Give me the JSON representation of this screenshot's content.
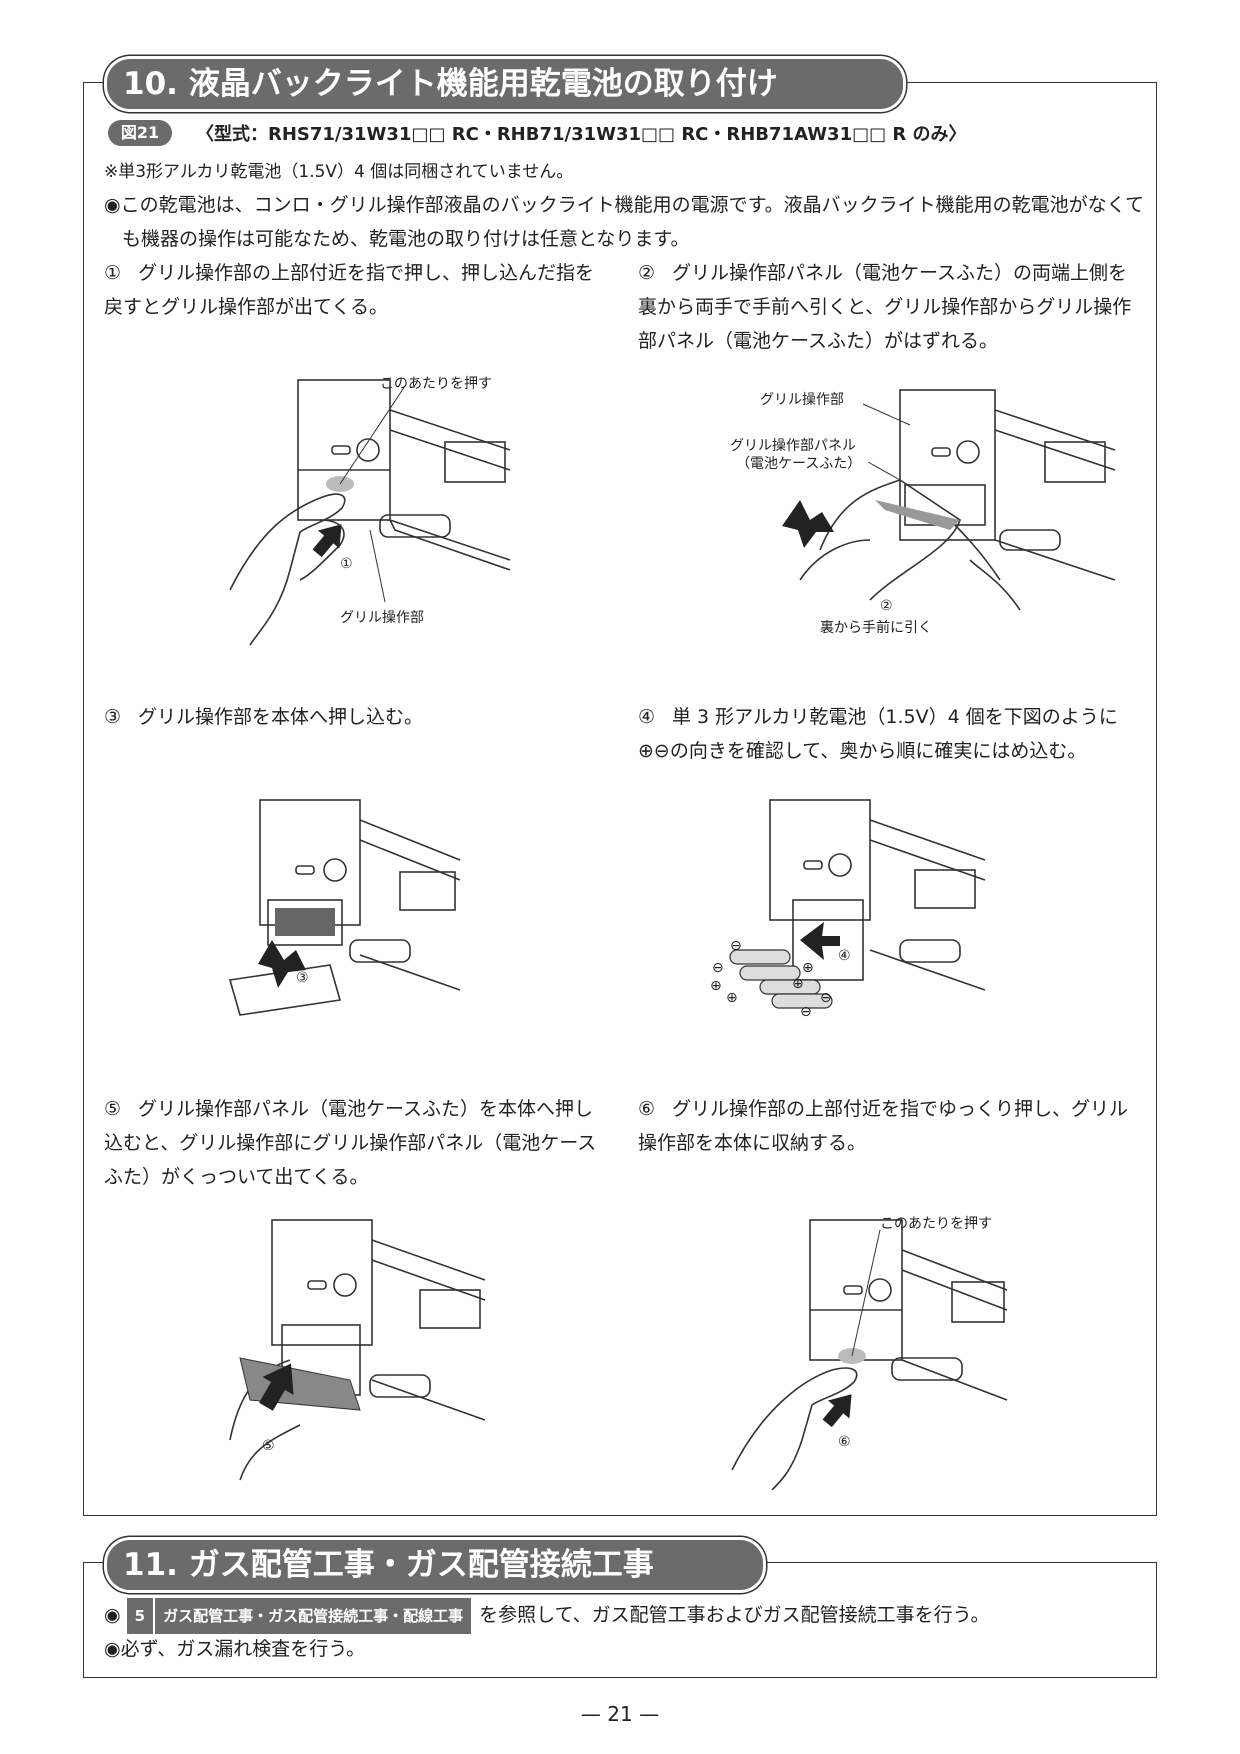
{
  "section10": {
    "title": "10.  液晶バックライト機能用乾電池の取り付け",
    "figure_label": "図21",
    "models": "〈型式：RHS71/31W31□□ RC・RHB71/31W31□□ RC・RHB71AW31□□ R のみ〉",
    "note": "※単3形アルカリ乾電池（1.5V）4 個は同梱されていません。",
    "intro": "◉この乾電池は、コンロ・グリル操作部液晶のバックライト機能用の電源です。液晶バックライト機能用の乾電池がなくても機器の操作は可能なため、乾電池の取り付けは任意となります。",
    "steps": [
      {
        "num": "①",
        "text": "グリル操作部の上部付近を指で押し、押し込んだ指を戻すとグリル操作部が出てくる。"
      },
      {
        "num": "②",
        "text": "グリル操作部パネル（電池ケースふた）の両端上側を裏から両手で手前へ引くと、グリル操作部からグリル操作部パネル（電池ケースふた）がはずれる。"
      },
      {
        "num": "③",
        "text": "グリル操作部を本体へ押し込む。"
      },
      {
        "num": "④",
        "text": "単 3 形アルカリ乾電池（1.5V）4 個を下図のように⊕⊖の向きを確認して、奥から順に確実にはめ込む。"
      },
      {
        "num": "⑤",
        "text": "グリル操作部パネル（電池ケースふた）を本体へ押し込むと、グリル操作部にグリル操作部パネル（電池ケースふた）がくっついて出てくる。"
      },
      {
        "num": "⑥",
        "text": "グリル操作部の上部付近を指でゆっくり押し、グリル操作部を本体に収納する。"
      }
    ],
    "fig_labels": {
      "push_here": "このあたりを押す",
      "grill_panel_unit": "グリル操作部",
      "grill_panel_lid_line1": "グリル操作部パネル",
      "grill_panel_lid_line2": "（電池ケースふた）",
      "pull_from_back": "裏から手前に引く",
      "circ1": "①",
      "circ2": "②",
      "circ3": "③",
      "circ4": "④",
      "circ5": "⑤",
      "circ6": "⑥",
      "plus": "⊕",
      "minus": "⊖"
    }
  },
  "section11": {
    "title": "11.  ガス配管工事・ガス配管接続工事",
    "ref_prefix": "◉",
    "ref_num": "5",
    "ref_title": "ガス配管工事・ガス配管接続工事・配線工事",
    "ref_suffix": "を参照して、ガス配管工事およびガス配管接続工事を行う。",
    "item2": "◉必ず、ガス漏れ検査を行う。"
  },
  "page_number": "— 21 —"
}
